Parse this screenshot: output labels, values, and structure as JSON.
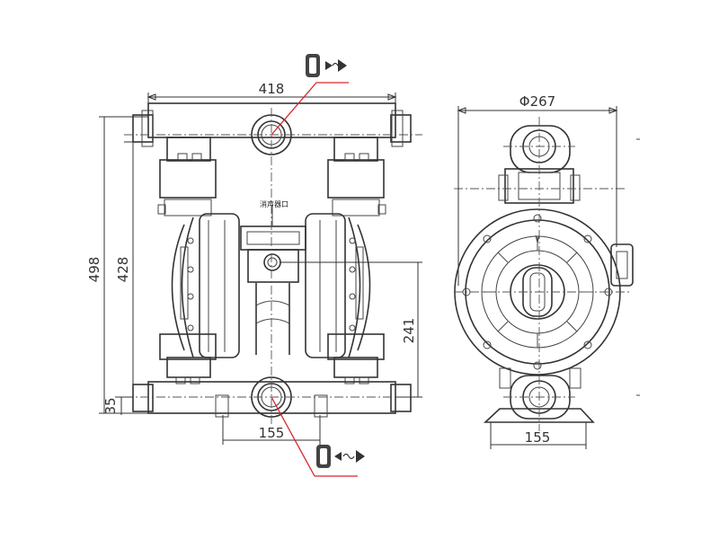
{
  "drawing": {
    "front_view": {
      "overall_width": "418",
      "overall_height": "498",
      "inner_height": "428",
      "center_height": "241",
      "base_height": "35",
      "port_spacing": "155",
      "muffler_label": "消声器口"
    },
    "side_view": {
      "diameter": "Φ267",
      "base_width": "155"
    },
    "symbols": {
      "top": "outlet-check-valve-icon",
      "bottom": "inlet-check-valve-icon"
    },
    "colors": {
      "line": "#333333",
      "leader": "#d7262b",
      "background": "#ffffff"
    }
  }
}
